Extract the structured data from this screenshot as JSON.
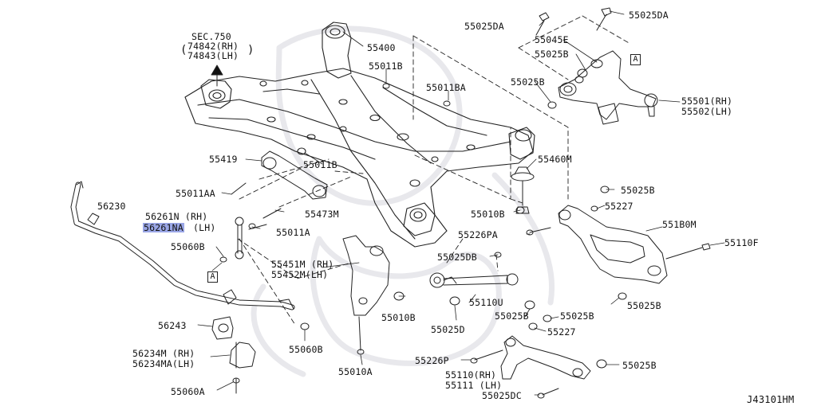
{
  "diagram_code": "J43101HM",
  "section_ref": {
    "title": "SEC.750",
    "line_rh": "74842(RH)",
    "line_lh": "74843(LH)"
  },
  "ref_box_letter": "A",
  "highlight_color": "#9aa6e6",
  "parts": [
    {
      "id": "p55400",
      "text": "55400"
    },
    {
      "id": "p55011B_a",
      "text": "55011B"
    },
    {
      "id": "p55011BA",
      "text": "55011BA"
    },
    {
      "id": "p55025DA_a",
      "text": "55025DA"
    },
    {
      "id": "p55025DA_b",
      "text": "55025DA"
    },
    {
      "id": "p55045E",
      "text": "55045E"
    },
    {
      "id": "p55025B_a",
      "text": "55025B"
    },
    {
      "id": "p55025B_b",
      "text": "55025B"
    },
    {
      "id": "p55501",
      "text": "55501(RH)"
    },
    {
      "id": "p55502",
      "text": "55502(LH)"
    },
    {
      "id": "p55419",
      "text": "55419"
    },
    {
      "id": "p55011B_b",
      "text": "55011B"
    },
    {
      "id": "p55460M",
      "text": "55460M"
    },
    {
      "id": "p55011AA",
      "text": "55011AA"
    },
    {
      "id": "p56230",
      "text": "56230"
    },
    {
      "id": "p55473M",
      "text": "55473M"
    },
    {
      "id": "p55010B_a",
      "text": "55010B"
    },
    {
      "id": "p55025B_c",
      "text": "55025B"
    },
    {
      "id": "p55227_a",
      "text": "55227"
    },
    {
      "id": "p56261N",
      "text": "56261N (RH)"
    },
    {
      "id": "p56261NA",
      "text": "56261NA",
      "highlighted": true
    },
    {
      "id": "p56261NA_lh",
      "text": "(LH)"
    },
    {
      "id": "p55011A",
      "text": "55011A"
    },
    {
      "id": "p55226PA",
      "text": "55226PA"
    },
    {
      "id": "p551B0M",
      "text": "551B0M"
    },
    {
      "id": "p55110F",
      "text": "55110F"
    },
    {
      "id": "p55060B_a",
      "text": "55060B"
    },
    {
      "id": "p55025DB",
      "text": "55025DB"
    },
    {
      "id": "p55451M",
      "text": "55451M (RH)"
    },
    {
      "id": "p55452M",
      "text": "55452M(LH)"
    },
    {
      "id": "p55025B_d",
      "text": "55025B"
    },
    {
      "id": "p55110U",
      "text": "55110U"
    },
    {
      "id": "p55010B_b",
      "text": "55010B"
    },
    {
      "id": "p55025B_e",
      "text": "55025B"
    },
    {
      "id": "p55025B_f",
      "text": "55025B"
    },
    {
      "id": "p56243",
      "text": "56243"
    },
    {
      "id": "p55025D",
      "text": "55025D"
    },
    {
      "id": "p55227_b",
      "text": "55227"
    },
    {
      "id": "p55060B_b",
      "text": "55060B"
    },
    {
      "id": "p56234M",
      "text": "56234M  (RH)"
    },
    {
      "id": "p56234MA",
      "text": "56234MA(LH)"
    },
    {
      "id": "p55226P",
      "text": "55226P"
    },
    {
      "id": "p55010A",
      "text": "55010A"
    },
    {
      "id": "p55025B_g",
      "text": "55025B"
    },
    {
      "id": "p55110",
      "text": "55110(RH)"
    },
    {
      "id": "p55111",
      "text": "55111 (LH)"
    },
    {
      "id": "p55060A",
      "text": "55060A"
    },
    {
      "id": "p55025DC",
      "text": "55025DC"
    }
  ]
}
